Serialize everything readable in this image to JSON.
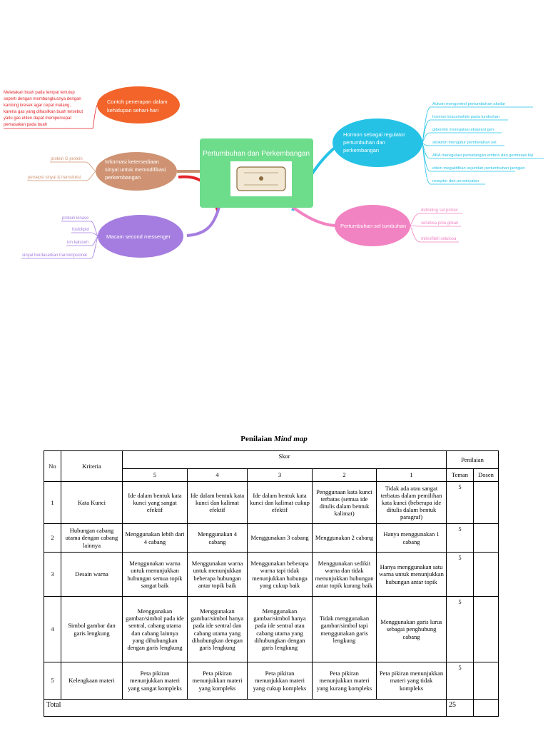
{
  "mindmap": {
    "center": "Pertumbuhan dan Perkembangan",
    "branches": {
      "contoh": {
        "label": "Contoh penerapan dalam kehidupan sehari-hari",
        "leaves": [
          "Meletakan buah pada tempat tertutup",
          "seperti dengan membungkusnya dengan",
          "kantong kresek agar cepat matang,",
          "karena gas yang dihasilkan buah tersebut",
          "yaitu gas etilen dapat mempercepat",
          "pemasakan pada buah"
        ]
      },
      "informasi": {
        "label": "Informasi ketersediaan sinyal untuk memodifikasi perkembangan",
        "leaves": [
          "protein G protein",
          "persepsi sinyal & transduksi"
        ]
      },
      "messenger": {
        "label": "Macam second messenger",
        "leaves": [
          "protein kinase",
          "fosfolipid",
          "ion kalsium",
          "sinyal berdasarkan transkripsional"
        ]
      },
      "hormon": {
        "label": "Hormon sebagai regulator pertumbuhan dan perkembangan",
        "leaves": [
          "Auksin mengontrol pertumbuhan aksilar",
          "hormon brassinolide pada tumbuhan",
          "giberelin meregulasi ekspresi gen",
          "sitokinin mengatur pembelahan sel",
          "ABA meregulasi pematangan embrio dan germinasi biji",
          "etilen megaktifkan sejumlah pertumbuhan jaringan",
          "reseptor dan pensinyalan"
        ]
      },
      "sel": {
        "label": "Pertumbuhan sel tumbuhan",
        "leaves": [
          "didinding sel primer",
          "selulosa pola gilkan",
          "mikrofibril selulosa"
        ]
      }
    }
  },
  "rubric": {
    "title_prefix": "Penilaian",
    "title_em": "Mind map",
    "headers": {
      "no": "No",
      "kriteria": "Kriteria",
      "skor": "Skor",
      "penilaian": "Penilaian",
      "scores": [
        "5",
        "4",
        "3",
        "2",
        "1"
      ],
      "teman": "Teman",
      "dosen": "Dosen"
    },
    "rows": [
      {
        "no": "1",
        "kriteria": "Kata Kunci",
        "cells": [
          "Ide dalam bentuk kata kunci yang sangat efektif",
          "Ide dalam bentuk kata kunci dan kalimat efektif",
          "Ide dalam bentuk kata kunci dan kalimat cukup efektif",
          "Penggunaan kata kunci terbatas (semua ide ditulis dalam bentuk kalimat)",
          "Tidak ada atau sangat terbatas dalam pemilihan kata kunci (beberapa ide ditulis dalam bentuk paragraf)"
        ],
        "teman": "5",
        "dosen": ""
      },
      {
        "no": "2",
        "kriteria": "Hubungan cabang utama dengan cabang lainnya",
        "cells": [
          "Menggunakan lebih dari 4 cabang",
          "Menggunakan 4 cabang",
          "Menggunakan 3 cabang",
          "Menggunakan 2 cabang",
          "Hanya menggunakan 1 cabang"
        ],
        "teman": "5",
        "dosen": ""
      },
      {
        "no": "3",
        "kriteria": "Desain warna",
        "cells": [
          "Menggunakan warna untuk menunjukkan hubungan semua topik sangat baik",
          "Menggunakan warna untuk menunjukkan beberapa hubungan antar topik baik",
          "Menggunakan beberapa warna tapi tidak menunjukkan hubunga yang cukup baik",
          "Menggunakan sedikit warna dan tidak menunjukkan hubungan antar topik kurang baik",
          "Hanya menggunakan satu warna untuk menunjukkan hubungan antar topik"
        ],
        "teman": "5",
        "dosen": ""
      },
      {
        "no": "4",
        "kriteria": "Simbol gambar dan garis lengkung",
        "cells": [
          "Menggunakan gambar/simbol pada ide sentral, cabang utama dan cabang lainnya yang dihubungkan dengan garis lengkung",
          "Menggunakan gambar/simbol hanya pada ide sentral dan cabang utama yang dihubungkan dengan garis lengkung",
          "Menggunakan gambar/simbol hanya pada ide sentral atau cabang utama yang dihubungkan dengan garis lengkung",
          "Tidak menggunakan gambar/simbol tapi menggunakan garis lengkung",
          "Menggunakan garis lurus sebagai penghubung cabang"
        ],
        "teman": "5",
        "dosen": ""
      },
      {
        "no": "5",
        "kriteria": "Kelengkaan materi",
        "cells": [
          "Peta pikiran menunjukkan materi yang sangat kompleks",
          "Peta pikiran menunjukkan materi yang kompleks",
          "Peta pikiran menunjukkan materi yang cukup kompleks",
          "Peta pikiran menunjukkan materi yang kurang kompleks",
          "Peta pikiran menunjukkan materi yang tidak kompleks"
        ],
        "teman": "5",
        "dosen": ""
      }
    ],
    "total_label": "Total",
    "total_value": "25",
    "total_dosen": ""
  },
  "colors": {
    "center": "#6ddc8b",
    "contoh": "#f2642a",
    "informasi": "#cf9373",
    "messenger": "#a57de0",
    "hormon": "#25c2e6",
    "sel": "#f283c2"
  }
}
